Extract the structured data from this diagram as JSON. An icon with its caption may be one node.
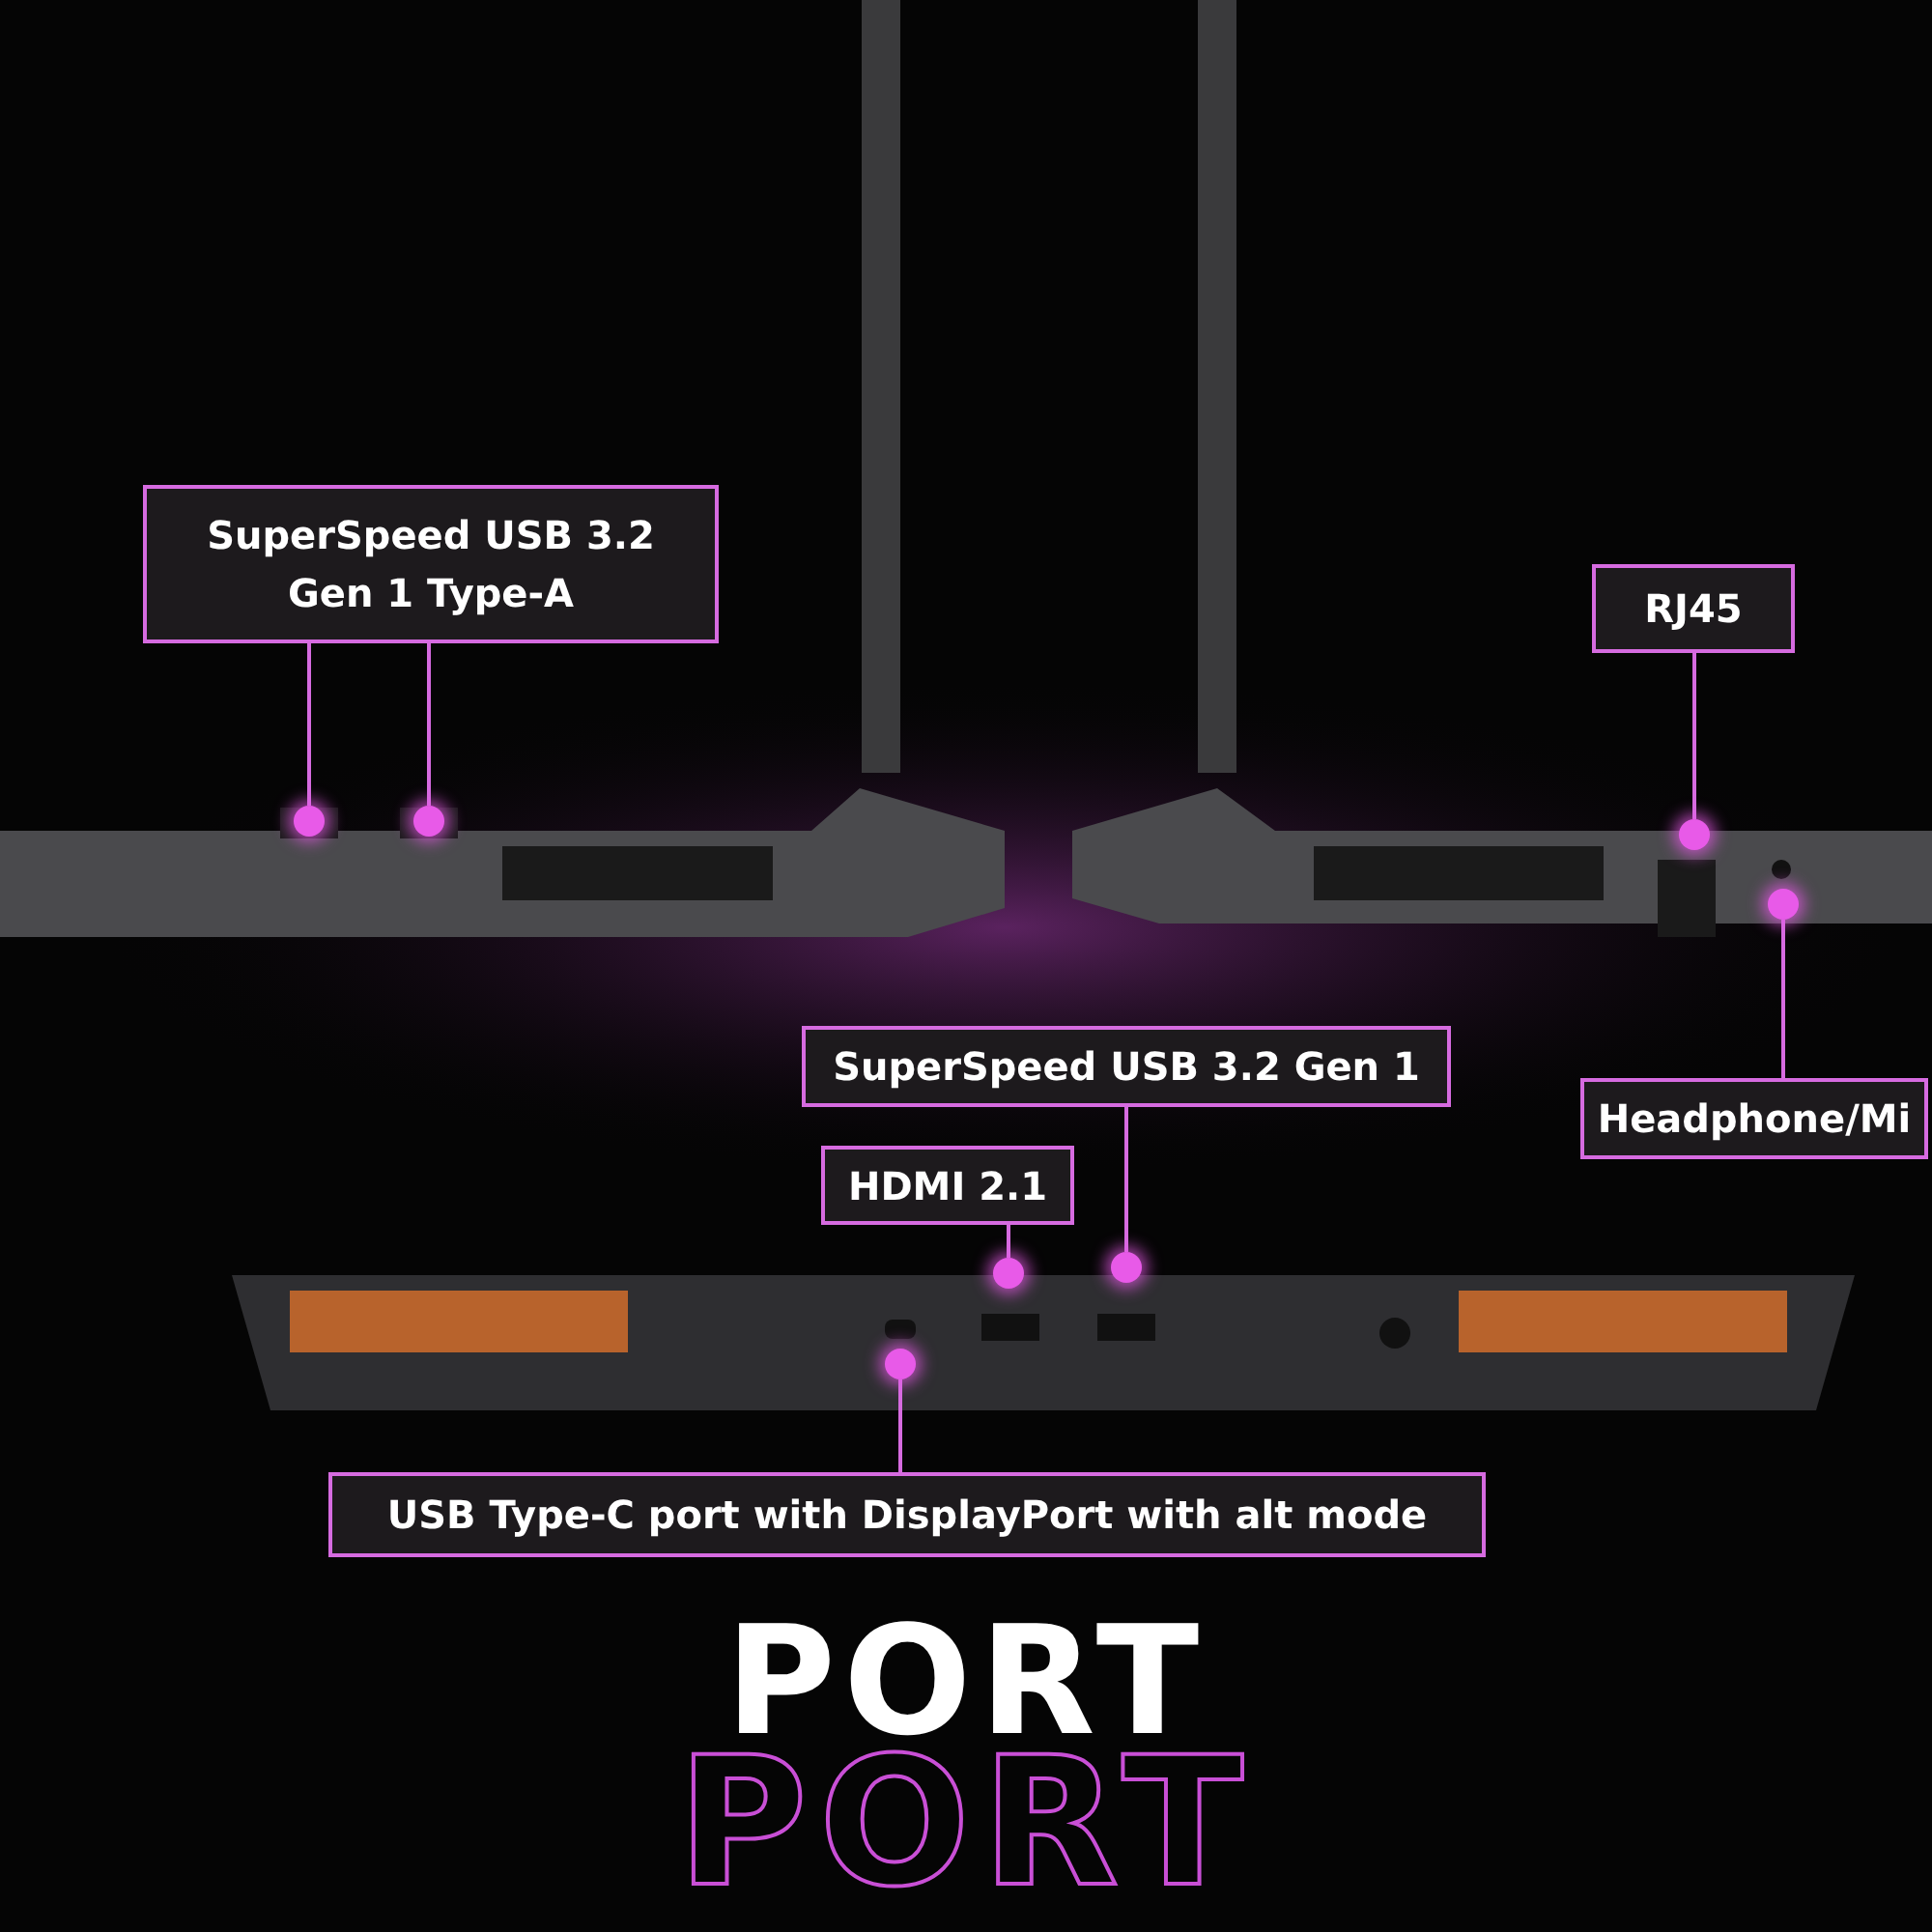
{
  "diagram": {
    "title": "PORT",
    "nodes": [
      {
        "text": [
          "SuperSpeed USB 3.2 Gen 1 Type-A"
        ]
      },
      {
        "text": [],
        "shape": "circle"
      },
      {
        "text": [],
        "shape": "circle"
      },
      {
        "text": [
          "RJ45"
        ]
      },
      {
        "text": [],
        "shape": "circle"
      },
      {
        "text": [
          "Headphone/Mi"
        ]
      },
      {
        "text": [],
        "shape": "circle"
      },
      {
        "text": [
          "SuperSpeed USB 3.2 Gen 1"
        ]
      },
      {
        "text": [],
        "shape": "circle"
      },
      {
        "text": [
          "HDMI 2.1"
        ]
      },
      {
        "text": [],
        "shape": "circle"
      },
      {
        "text": [
          "USB Type-C port with DisplayPort with alt mode"
        ]
      },
      {
        "text": [],
        "shape": "circle"
      }
    ],
    "edges": [
      {
        "from": 0,
        "to": 1,
        "arrow": "none"
      },
      {
        "from": 0,
        "to": 2,
        "arrow": "none"
      },
      {
        "from": 3,
        "to": 4,
        "arrow": "none"
      },
      {
        "from": 5,
        "to": 6,
        "arrow": "none"
      },
      {
        "from": 7,
        "to": 8,
        "arrow": "none"
      },
      {
        "from": 9,
        "to": 10,
        "arrow": "none"
      },
      {
        "from": 11,
        "to": 12,
        "arrow": "none"
      }
    ],
    "labels": [
      "PORT"
    ]
  }
}
